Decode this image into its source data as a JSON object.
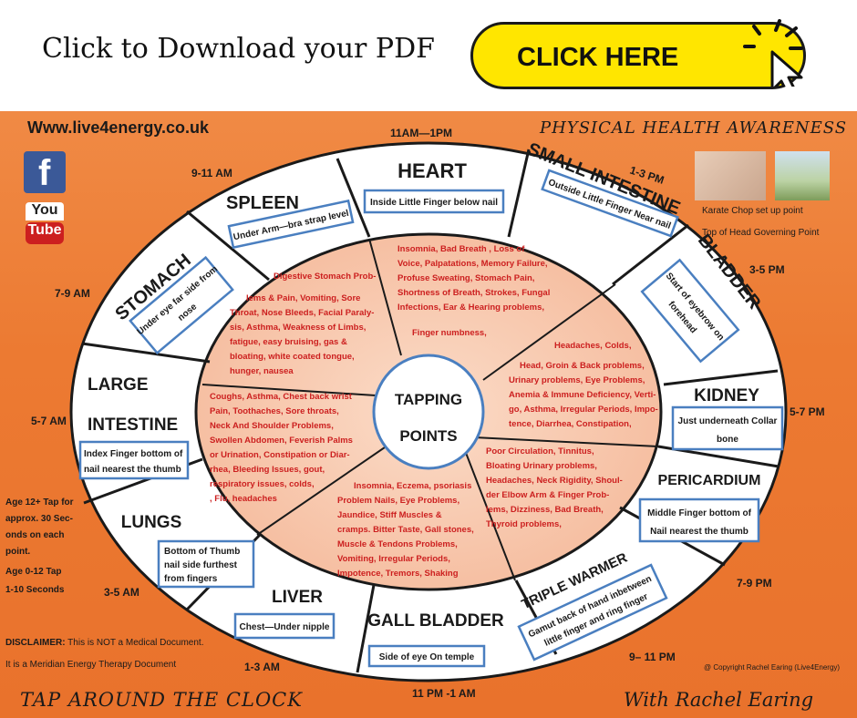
{
  "header": {
    "download_text": "Click to Download your PDF",
    "button_label": "CLICK HERE"
  },
  "poster": {
    "website": "Www.live4energy.co.uk",
    "title": "PHYSICAL HEALTH AWARENESS",
    "footer_left": "TAP AROUND THE CLOCK",
    "footer_right": "With Rachel Earing",
    "copyright": "@ Copyright Rachel Earing (Live4Energy)",
    "karate": "Karate Chop set up point",
    "top_head": "Top of Head Governing Point",
    "disclaimer_bold": "DISCLAIMER:",
    "disclaimer_rest": "This is NOT a Medical Document.",
    "disclaimer_2": "It is a Meridian Energy Therapy Document",
    "age_1": "Age 12+ Tap for",
    "age_2": "approx. 30 Sec-",
    "age_3": "onds on each",
    "age_4": "point.",
    "age_5": "Age 0-12 Tap",
    "age_6": "1-10 Seconds",
    "youtube_1": "You",
    "youtube_2": "Tube",
    "facebook": "f",
    "center_1": "TAPPING",
    "center_2": "POINTS",
    "accent": "#e8782f",
    "symptom_color": "#cc1f1f",
    "box_border": "#4a7fc0"
  },
  "times": {
    "t11_1": "11AM—1PM",
    "t1_3pm": "1-3 PM",
    "t3_5pm": "3-5 PM",
    "t5_7pm": "5-7 PM",
    "t7_9pm": "7-9 PM",
    "t9_11pm": "9– 11 PM",
    "t11pm_1am": "11 PM -1 AM",
    "t1_3am": "1-3 AM",
    "t3_5am": "3-5 AM",
    "t5_7am": "5-7 AM",
    "t7_9am": "7-9 AM",
    "t9_11am": "9-11 AM"
  },
  "meridians": {
    "heart": {
      "name": "HEART",
      "point": "Inside Little Finger below nail"
    },
    "small_intestine": {
      "name": "SMALL INTESTINE",
      "point": "Outside Little Finger  Near nail"
    },
    "bladder": {
      "name": "BLADDER",
      "point_1": "Start of eyebrow on",
      "point_2": "forehead"
    },
    "kidney": {
      "name": "KIDNEY",
      "point_1": "Just underneath Collar",
      "point_2": "bone"
    },
    "pericardium": {
      "name": "PERICARDIUM",
      "point_1": "Middle Finger bottom of",
      "point_2": "Nail nearest the thumb"
    },
    "triple_warmer": {
      "name": "TRIPLE WARMER",
      "point_1": "Gamut back of hand inbetween",
      "point_2": "little finger and ring finger"
    },
    "gall_bladder": {
      "name": "GALL BLADDER",
      "point": "Side of eye On temple"
    },
    "liver": {
      "name": "LIVER",
      "point": "Chest—Under nipple"
    },
    "lungs": {
      "name": "LUNGS",
      "point_1": "Bottom of Thumb",
      "point_2": "nail side furthest",
      "point_3": "from fingers"
    },
    "large_intestine": {
      "name_1": "LARGE",
      "name_2": "INTESTINE",
      "point_1": "Index Finger bottom of",
      "point_2": "nail nearest the thumb"
    },
    "stomach": {
      "name": "STOMACH",
      "point_1": "Under eye far side from",
      "point_2": "nose"
    },
    "spleen": {
      "name": "SPLEEN",
      "point": "Under Arm—bra strap level"
    }
  },
  "symptoms": {
    "heart": [
      "Insomnia, Bad Breath , Loss  of",
      "Voice, Palpatations,  Memory Failure,",
      "Profuse Sweating, Stomach Pain,",
      "Shortness of Breath, Strokes,  Fungal",
      "Infections, Ear & Hearing  problems,",
      "",
      "Finger numbness,"
    ],
    "kidney": [
      "Headaches, Colds,",
      "",
      "Head, Groin & Back problems,",
      "Urinary problems, Eye Problems,",
      "Anemia & Immune Deficiency, Verti-",
      "go, Asthma, Irregular Periods,  Impo-",
      "tence,  Diarrhea, Constipation,"
    ],
    "pericardium": [
      "Poor Circulation, Tinnitus,",
      "Bloating Urinary problems,",
      "Headaches, Neck Rigidity, Shoul-",
      "der Elbow Arm & Finger Prob-",
      "lems, Dizziness,    Bad Breath,",
      "Thyroid problems,"
    ],
    "liver": [
      "Insomnia, Eczema, psoriasis",
      "Problem Nails, Eye Problems,",
      "Jaundice, Stiff Muscles &",
      "cramps. Bitter Taste, Gall stones,",
      "Muscle & Tendons Problems,",
      "Vomiting, Irregular Periods,",
      "Impotence, Tremors, Shaking"
    ],
    "lungs": [
      "Coughs, Asthma, Chest back wrist",
      "Pain, Toothaches, Sore throats,",
      "Neck And Shoulder Problems,",
      "Swollen Abdomen, Feverish Palms",
      "or Urination, Constipation or Diar-",
      "rhea, Bleeding Issues, gout,",
      "respiratory issues, colds,",
      ",    Flu, headaches"
    ],
    "spleen": [
      "Digestive Stomach Prob-",
      "lems & Pain, Vomiting, Sore",
      "Throat, Nose Bleeds, Facial Paraly-",
      "sis,  Asthma, Weakness of Limbs,",
      "fatigue, easy bruising, gas &",
      "bloating, white coated tongue,",
      "hunger, nausea"
    ]
  }
}
